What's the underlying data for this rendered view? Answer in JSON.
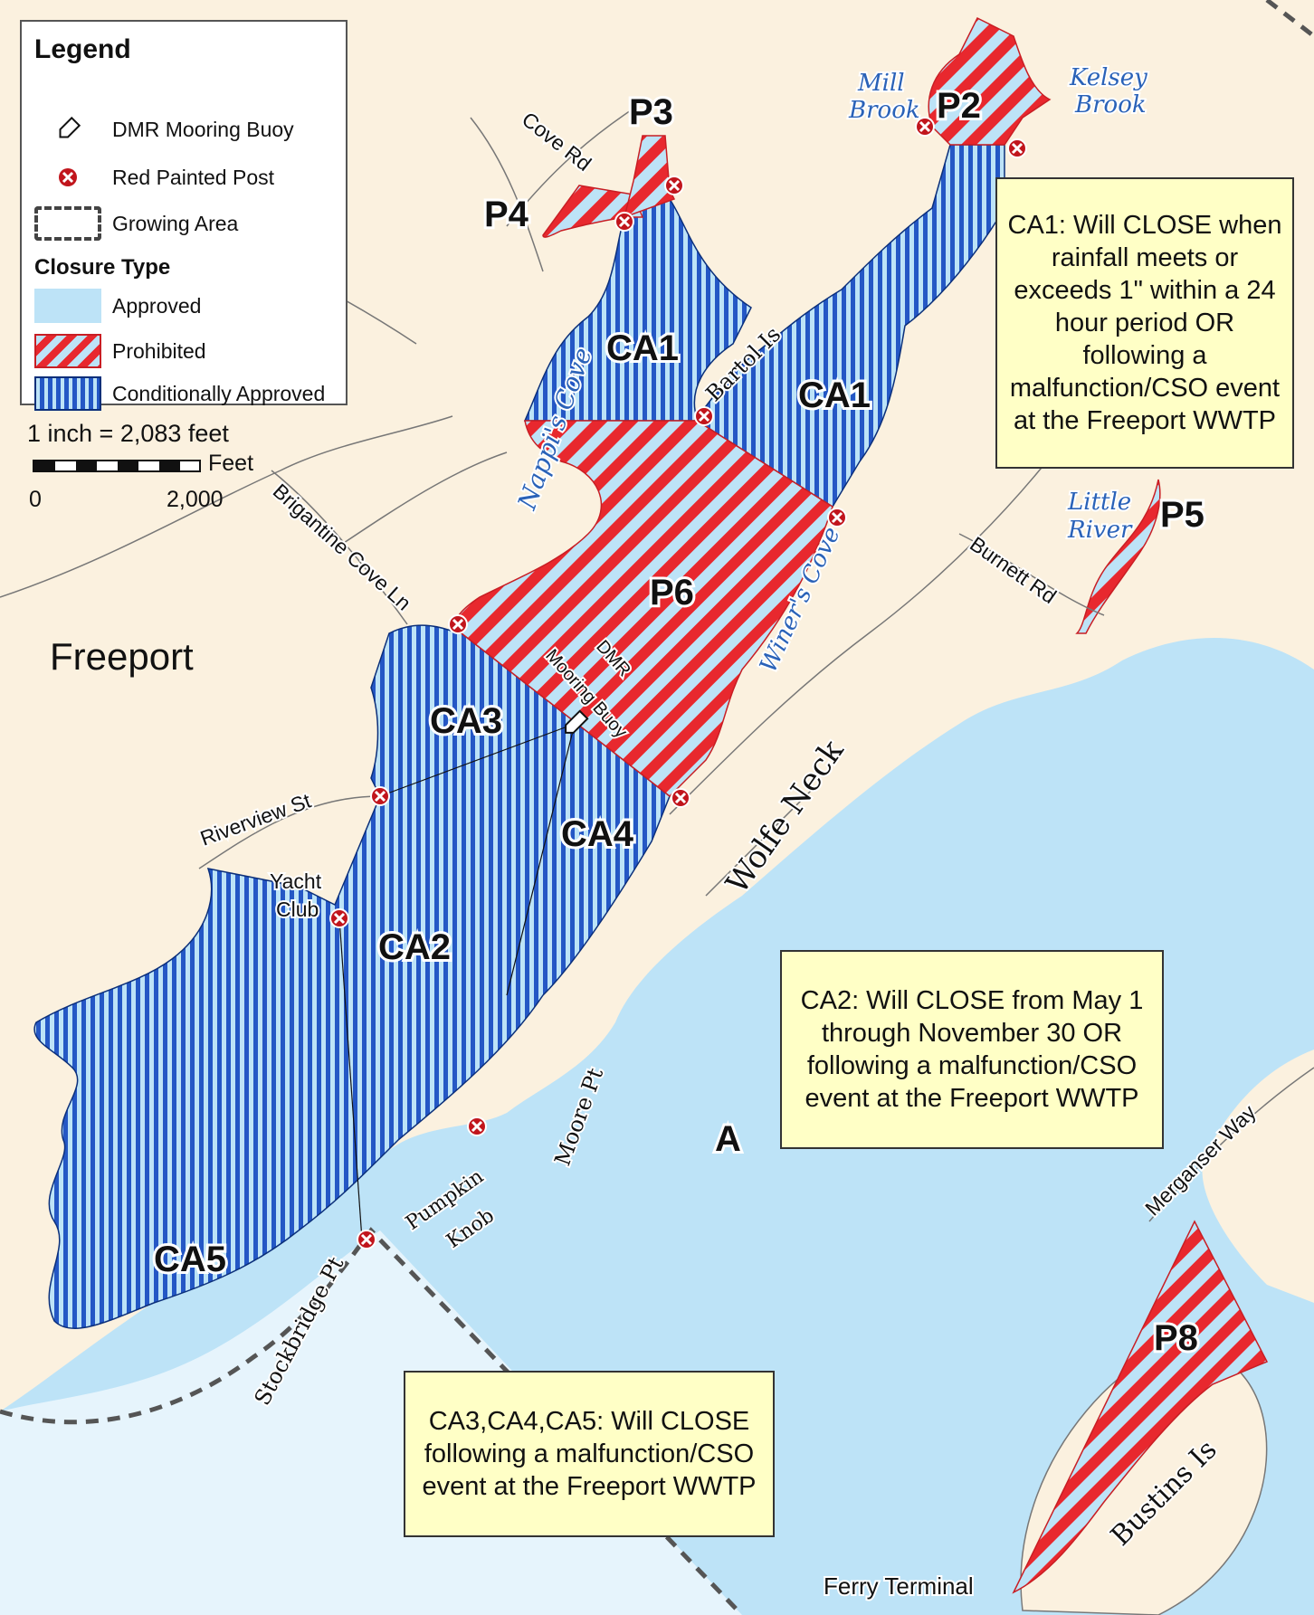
{
  "legend": {
    "title": "Legend",
    "items": [
      {
        "label": "DMR Mooring Buoy",
        "icon": "mooring-buoy-icon"
      },
      {
        "label": "Red Painted Post",
        "icon": "red-post-icon"
      },
      {
        "label": "Growing Area",
        "icon": "dashed-boundary-icon"
      }
    ],
    "closure_title": "Closure Type",
    "closure_types": [
      {
        "label": "Approved",
        "color": "#bde3f7"
      },
      {
        "label": "Prohibited",
        "color": "#e8282e"
      },
      {
        "label": "Conditionally Approved",
        "color": "#2457c5"
      }
    ]
  },
  "scale": {
    "ratio": "1 inch = 2,083 feet",
    "unit": "Feet",
    "tick_start": "0",
    "tick_end": "2,000"
  },
  "notes": {
    "ca1": "CA1: Will CLOSE when rainfall meets or exceeds 1\" within a 24 hour period OR following a malfunction/CSO event at the Freeport WWTP",
    "ca2": "CA2: Will CLOSE from May 1 through November 30 OR following a malfunction/CSO event at the Freeport WWTP",
    "ca345": "CA3,CA4,CA5: Will CLOSE following a malfunction/CSO event at the Freeport WWTP"
  },
  "zones": {
    "ca1_west": "CA1",
    "ca1_east": "CA1",
    "ca2": "CA2",
    "ca3": "CA3",
    "ca4": "CA4",
    "ca5": "CA5",
    "p2": "P2",
    "p3": "P3",
    "p4": "P4",
    "p5": "P5",
    "p6": "P6",
    "p8": "P8",
    "a": "A"
  },
  "places": {
    "freeport": "Freeport",
    "wolfe_neck": "Wolfe Neck",
    "bartol": "Bartol Is",
    "bustins": "Bustins Is",
    "moore_pt": "Moore Pt",
    "pumpkin1": "Pumpkin",
    "pumpkin2": "Knob",
    "stockbridge": "Stockbridge Pt",
    "yacht1": "Yacht",
    "yacht2": "Club",
    "ferry": "Ferry Terminal",
    "buoy1": "DMR",
    "buoy2": "Mooring Buoy"
  },
  "water": {
    "mill1": "Mill",
    "mill2": "Brook",
    "kelsey1": "Kelsey",
    "kelsey2": "Brook",
    "nappis": "Nappi's Cove",
    "winers": "Winer's Cove",
    "little1": "Little",
    "little2": "River"
  },
  "roads": {
    "cove_rd": "Cove Rd",
    "brigantine": "Brigantine Cove Ln",
    "riverview": "Riverview St",
    "burnett": "Burnett Rd",
    "merganser": "Merganser Way"
  },
  "colors": {
    "land": "#fbf1df",
    "water_light": "#bde3f7",
    "prohibited_red": "#e8282e",
    "conditional_blue": "#2457c5",
    "note_bg": "#ffffc6"
  }
}
